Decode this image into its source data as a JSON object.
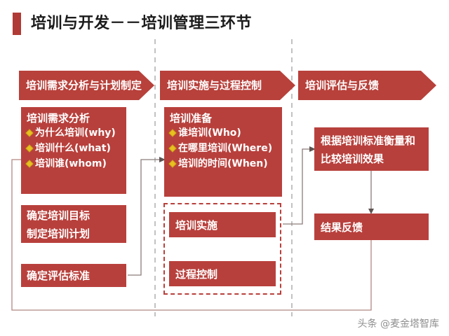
{
  "header": {
    "title": "培训与开发－－培训管理三环节",
    "accent_bar_color": "#b03a35"
  },
  "colors": {
    "brand_red": "#b8403c",
    "chevron_red": "#b8413b",
    "bullet_gold": "#e8c020",
    "connector_gray": "#8a7c7a",
    "text_on_red": "#ffffff"
  },
  "phases": [
    {
      "id": "phase-1",
      "label": "培训需求分析与计划制定"
    },
    {
      "id": "phase-2",
      "label": "培训实施与过程控制"
    },
    {
      "id": "phase-3",
      "label": "培训评估与反馈"
    }
  ],
  "column1": {
    "need_analysis": {
      "title": "培训需求分析",
      "bullets": [
        "为什么培训(why)",
        "培训什么(what)",
        "培训谁(whom)"
      ]
    },
    "goal_plan": {
      "lines": [
        "确定培训目标",
        "制定培训计划"
      ]
    },
    "eval_standard": {
      "lines": [
        "确定评估标准"
      ]
    }
  },
  "column2": {
    "preparation": {
      "title": "培训准备",
      "bullets": [
        "谁培训(Who)",
        "在哪里培训(Where)",
        "培训的时间(When)"
      ]
    },
    "implementation": {
      "lines": [
        "培训实施"
      ]
    },
    "process_control": {
      "lines": [
        "过程控制"
      ]
    }
  },
  "column3": {
    "measure": {
      "lines": [
        "根据培训标准衡量和",
        "比较培训效果"
      ]
    },
    "feedback": {
      "lines": [
        "结果反馈"
      ]
    }
  },
  "watermark": {
    "text": "头条 @麦金塔智库"
  }
}
